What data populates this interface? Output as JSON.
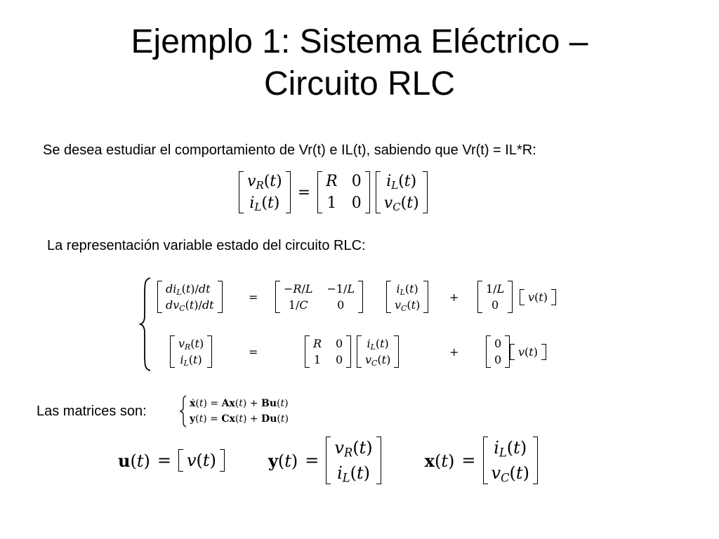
{
  "slide": {
    "title_line1": "Ejemplo 1: Sistema Eléctrico –",
    "title_line2": "Circuito RLC",
    "intro": "Se desea estudiar el comportamiento de Vr(t) e IL(t), sabiendo que Vr(t) = IL*R:",
    "rep": "La representación variable estado del circuito RLC:",
    "matrices_label": "Las matrices son:"
  }
}
